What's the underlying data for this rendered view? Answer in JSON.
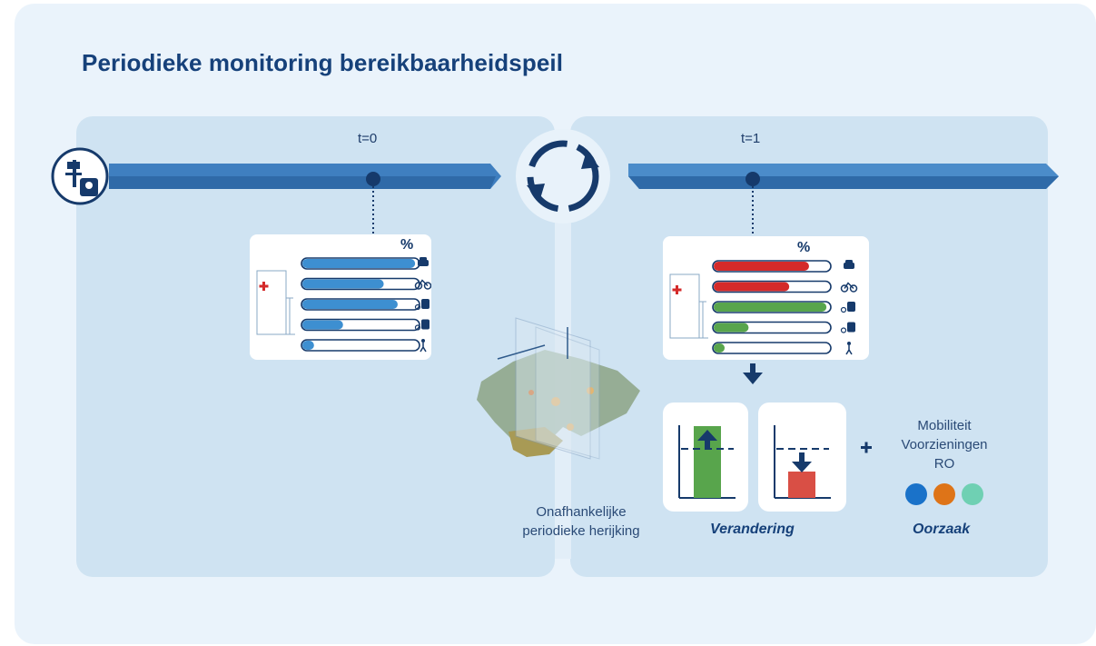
{
  "title": "Periodieke monitoring bereikbaarheidspeil",
  "timeline": {
    "left_label": "t=0",
    "right_label": "t=1"
  },
  "percent_symbol": "%",
  "left_bars": {
    "levels": [
      0.97,
      0.7,
      0.82,
      0.35,
      0.1
    ],
    "color": "#3d8fd1"
  },
  "right_bars": {
    "levels": [
      0.82,
      0.65,
      0.97,
      0.3,
      0.08
    ],
    "colors": [
      "#d42a2a",
      "#d42a2a",
      "#58a54c",
      "#58a54c",
      "#58a54c"
    ]
  },
  "mode_icons": [
    "car-icon",
    "bicycle-icon",
    "bike-train-icon",
    "walk-train-icon",
    "pedestrian-icon"
  ],
  "calibration_caption": [
    "Onafhankelijke",
    "periodieke herijking"
  ],
  "change_label": "Verandering",
  "cause": {
    "items": [
      "Mobiliteit",
      "Voorzieningen",
      "RO"
    ],
    "label": "Oorzaak",
    "dot_colors": [
      "#1a72c9",
      "#de7418",
      "#6fd0b3"
    ]
  },
  "colors": {
    "brand": "#16417a",
    "increase": "#58a54c",
    "decrease": "#d94f45"
  }
}
